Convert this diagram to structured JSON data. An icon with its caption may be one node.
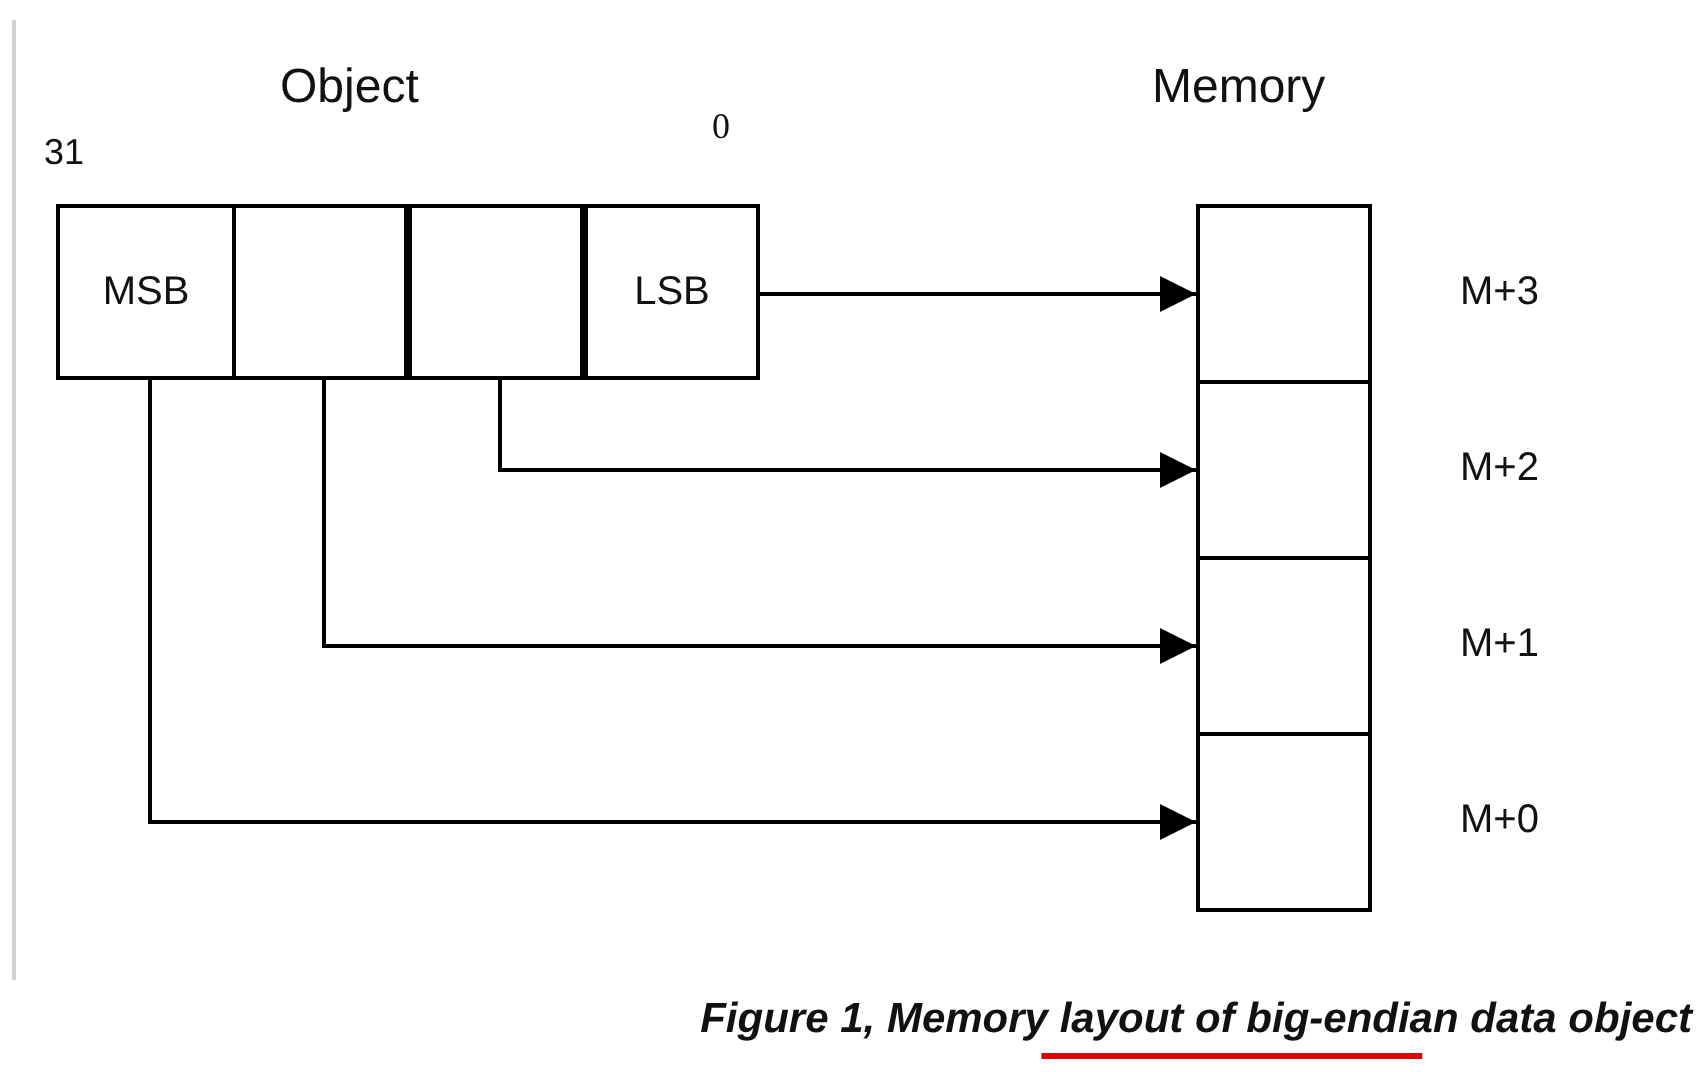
{
  "diagram": {
    "caption": "Figure 1, Memory layout of big-endian data object",
    "nodes": [
      {
        "text": [
          "MSB"
        ]
      },
      {
        "text": [],
        "shape": "box"
      },
      {
        "text": [],
        "shape": "box"
      },
      {
        "text": [
          "LSB"
        ]
      },
      {
        "text": [],
        "shape": "box",
        "beside": [
          "M+3"
        ]
      },
      {
        "text": [],
        "shape": "box",
        "beside": [
          "M+2"
        ]
      },
      {
        "text": [],
        "shape": "box",
        "beside": [
          "M+1"
        ]
      },
      {
        "text": [],
        "shape": "box",
        "beside": [
          "M+0"
        ]
      }
    ],
    "edges": [
      {
        "from": 3,
        "to": 4,
        "arrow": "to"
      },
      {
        "from": 2,
        "to": 5,
        "arrow": "to"
      },
      {
        "from": 1,
        "to": 6,
        "arrow": "to"
      },
      {
        "from": 0,
        "to": 7,
        "arrow": "to"
      }
    ],
    "labels": [
      "Object",
      "Memory",
      "31",
      "0"
    ]
  }
}
